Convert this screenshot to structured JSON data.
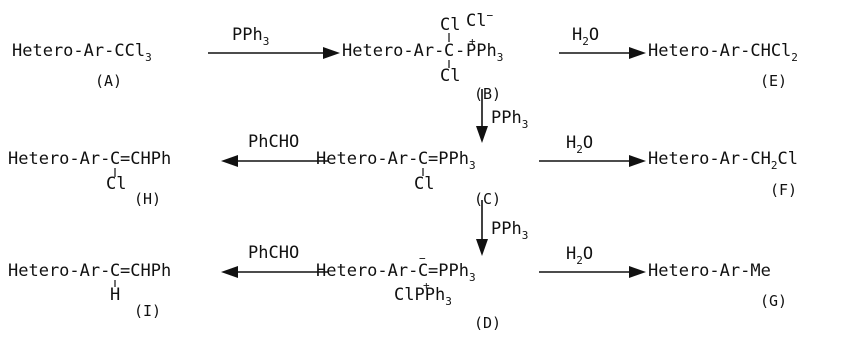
{
  "scheme": {
    "compounds": {
      "A": {
        "formula_main": "Hetero-Ar-CCl",
        "formula_sub": "3",
        "label": "(A)"
      },
      "B": {
        "prefix": "Hetero-Ar-",
        "carbon": "C",
        "bond_to_p": "-",
        "p_charge": "+",
        "p_group": "PPh",
        "p_sub": "3",
        "top_sub": "Cl",
        "counter_ion": "Cl",
        "counter_charge": "−",
        "bottom_sub": "Cl",
        "label": "(B)"
      },
      "C": {
        "prefix": "Hetero-Ar-",
        "carbon": "C",
        "suffix": "=PPh",
        "suffix_sub": "3",
        "bottom_sub": "Cl",
        "label": "(C)"
      },
      "D": {
        "prefix": "Hetero-Ar-",
        "carbon": "C",
        "carbon_charge": "−",
        "suffix": "=PPh",
        "suffix_sub": "3",
        "bottom_pre": "Cl",
        "bottom_charge": "+",
        "bottom_p": "PPh",
        "bottom_sub_digit": "3",
        "label": "(D)"
      },
      "E": {
        "formula_main": "Hetero-Ar-CHCl",
        "formula_sub": "2",
        "label": "(E)"
      },
      "F": {
        "formula_a": "Hetero-Ar-CH",
        "formula_sub": "2",
        "formula_b": "Cl",
        "label": "(F)"
      },
      "G": {
        "formula_main": "Hetero-Ar-Me",
        "label": "(G)"
      },
      "H": {
        "prefix": "Hetero-Ar-",
        "carbon": "C",
        "suffix": "=CHPh",
        "bottom_sub": "Cl",
        "label": "(H)"
      },
      "I": {
        "prefix": "Hetero-Ar-",
        "carbon": "C",
        "suffix": "=CHPh",
        "bottom_sub": "H",
        "label": "(I)"
      }
    },
    "reagents": {
      "a_to_b": {
        "main": "PPh",
        "sub": "3"
      },
      "b_to_e": {
        "main": "H",
        "sub": "2",
        "tail": "O"
      },
      "b_to_c": {
        "main": "PPh",
        "sub": "3"
      },
      "c_to_f": {
        "main": "H",
        "sub": "2",
        "tail": "O"
      },
      "c_to_h": {
        "main": "PhCHO"
      },
      "c_to_d": {
        "main": "PPh",
        "sub": "3"
      },
      "d_to_g": {
        "main": "H",
        "sub": "2",
        "tail": "O"
      },
      "d_to_i": {
        "main": "PhCHO"
      }
    }
  }
}
